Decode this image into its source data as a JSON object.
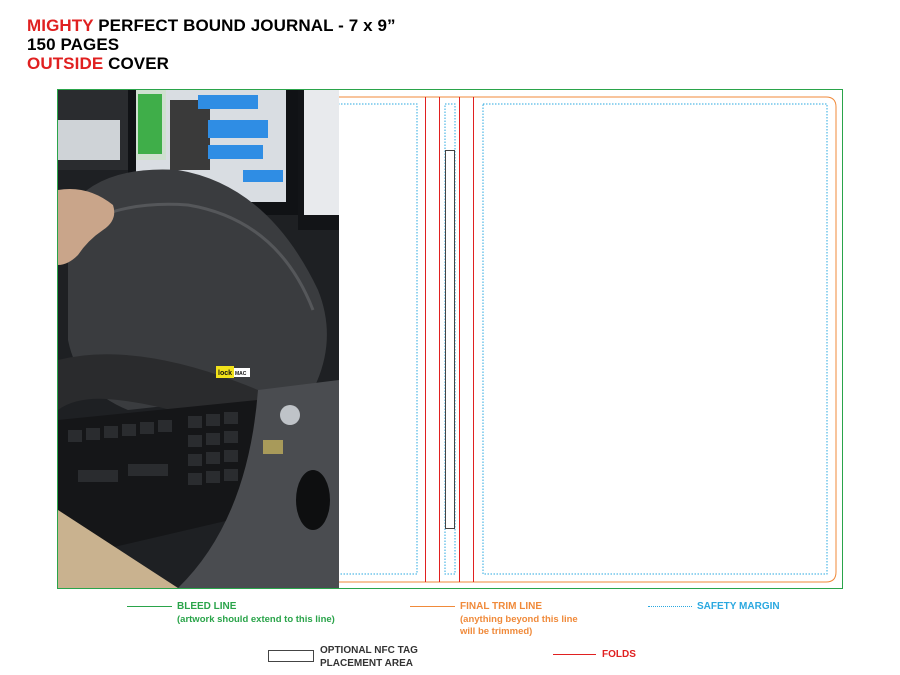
{
  "title": {
    "line1_accent": "MIGHTY",
    "line1_rest": " PERFECT BOUND JOURNAL - 7 x 9”",
    "line2": "150 PAGES",
    "line3_accent": "OUTSIDE",
    "line3_rest": " COVER"
  },
  "photo": {
    "description_brand_label": "lock",
    "brand_suffix": "MAC"
  },
  "legend": {
    "bleed_label": "BLEED LINE",
    "bleed_note": "(artwork should extend to this line)",
    "trim_label": "FINAL TRIM LINE",
    "trim_note_1": "(anything beyond this line",
    "trim_note_2": "will be trimmed)",
    "safety_label": "SAFETY MARGIN",
    "nfc_label_1": "OPTIONAL NFC TAG",
    "nfc_label_2": "PLACEMENT AREA",
    "folds_label": "FOLDS"
  },
  "colors": {
    "bleed": "#2aa44a",
    "trim": "#f08a3a",
    "safety": "#2aa8e0",
    "folds": "#e02020",
    "title_accent": "#e02020"
  }
}
